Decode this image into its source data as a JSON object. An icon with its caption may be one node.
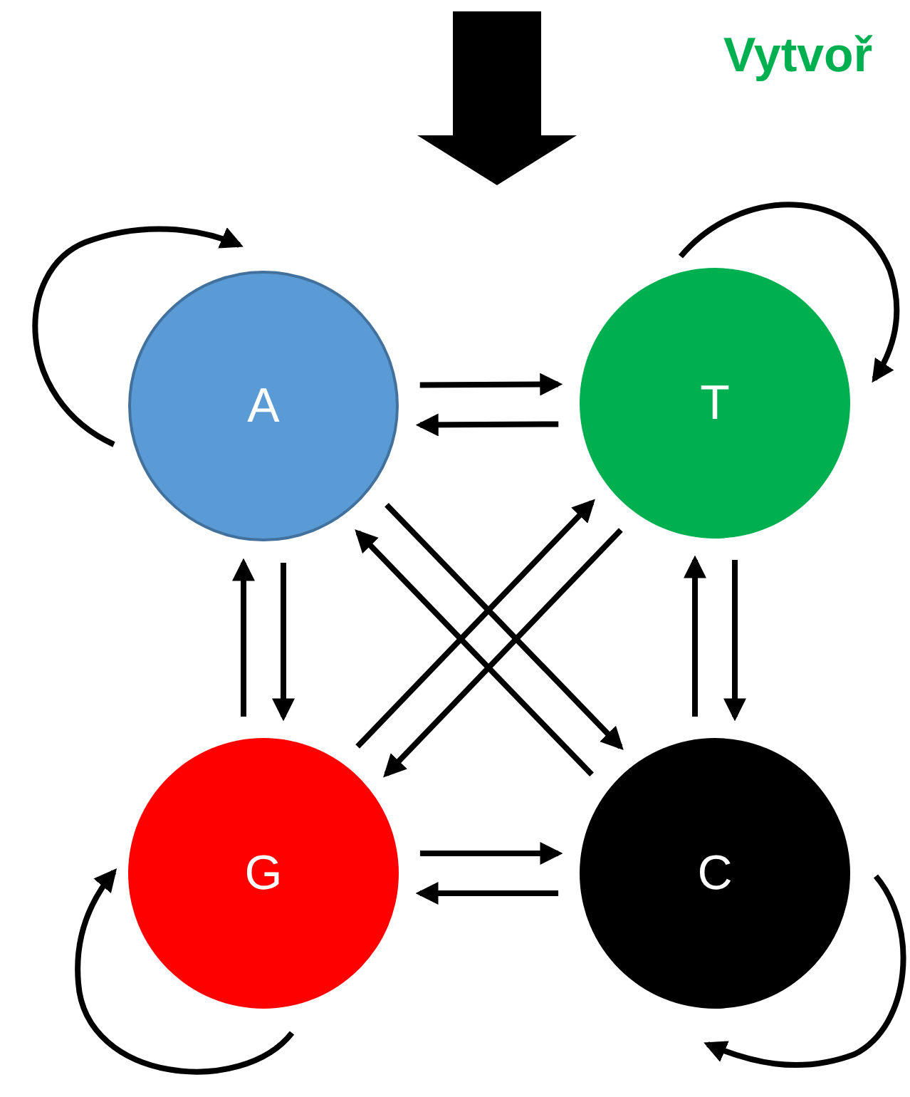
{
  "diagram": {
    "nodes": [
      {
        "text": [
          "A"
        ]
      },
      {
        "text": [
          "T"
        ]
      },
      {
        "text": [
          "G"
        ]
      },
      {
        "text": [
          "C"
        ]
      }
    ],
    "edges": [
      {
        "from": 0,
        "to": 1,
        "arrow": "to"
      },
      {
        "from": 1,
        "to": 0,
        "arrow": "to"
      },
      {
        "from": 2,
        "to": 3,
        "arrow": "to"
      },
      {
        "from": 3,
        "to": 2,
        "arrow": "to"
      },
      {
        "from": 0,
        "to": 2,
        "arrow": "to"
      },
      {
        "from": 2,
        "to": 0,
        "arrow": "to"
      },
      {
        "from": 1,
        "to": 3,
        "arrow": "to"
      },
      {
        "from": 3,
        "to": 1,
        "arrow": "to"
      },
      {
        "from": 0,
        "to": 3,
        "arrow": "to"
      },
      {
        "from": 3,
        "to": 0,
        "arrow": "to"
      },
      {
        "from": 1,
        "to": 2,
        "arrow": "to"
      },
      {
        "from": 2,
        "to": 1,
        "arrow": "to"
      },
      {
        "from": 0,
        "to": 0,
        "arrow": "to"
      },
      {
        "from": 1,
        "to": 1,
        "arrow": "to"
      },
      {
        "from": 2,
        "to": 2,
        "arrow": "to"
      },
      {
        "from": 3,
        "to": 3,
        "arrow": "to"
      }
    ],
    "labels": [
      "Vytvoř"
    ]
  }
}
